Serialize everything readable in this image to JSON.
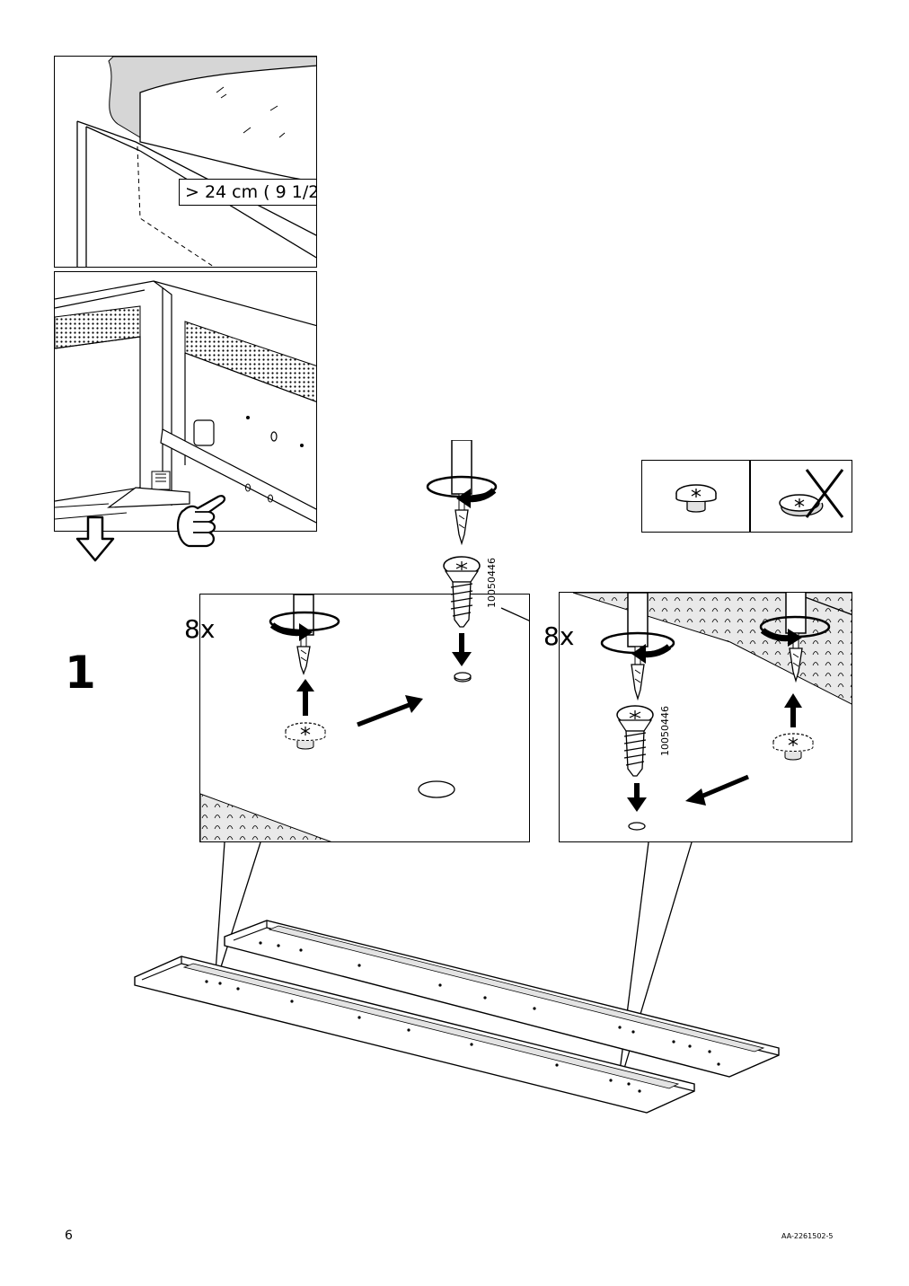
{
  "page": {
    "page_number": "6",
    "document_code": "AA-2261502-5"
  },
  "step": {
    "number": "1"
  },
  "top_panel": {
    "clearance_label": "> 24 cm ( 9 1/2\" )"
  },
  "center_detail": {
    "quantity": "8x",
    "part_number": "10050446"
  },
  "right_detail": {
    "quantity": "8x",
    "part_number": "10050446"
  },
  "icons": {
    "direction_arrow": "hollow-down-arrow-icon",
    "hand": "pointing-hand-icon",
    "screwdriver": "screwdriver-icon",
    "screw": "screw-icon",
    "correct_cap": "correct-screw-cap-icon",
    "wrong_cap": "incorrect-screw-cap-icon"
  }
}
